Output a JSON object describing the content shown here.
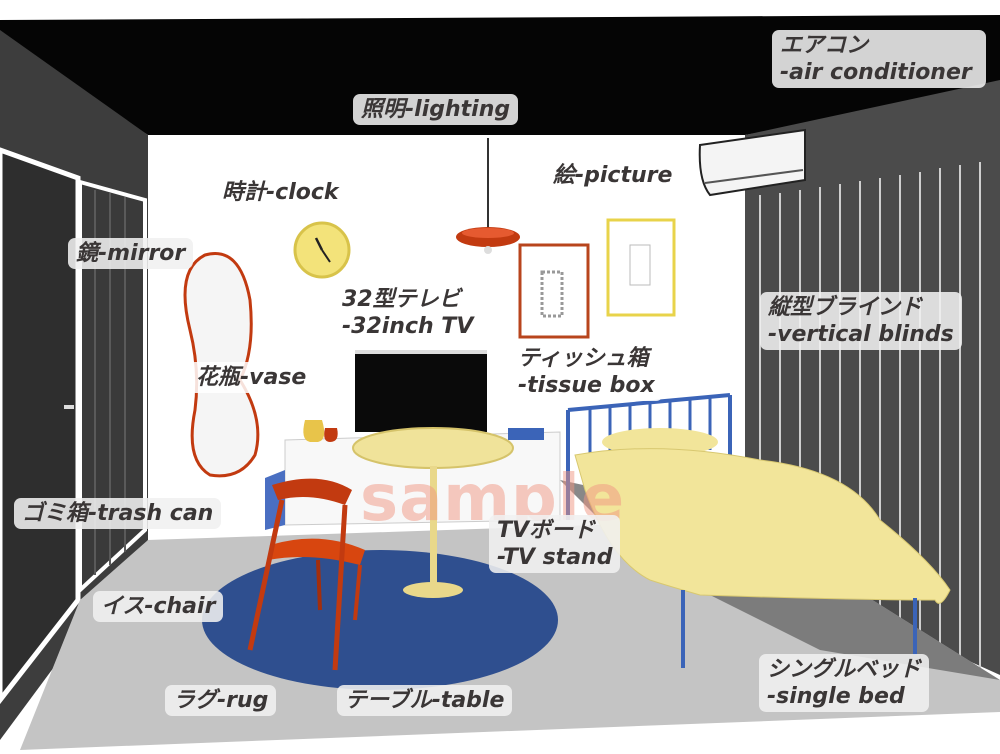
{
  "title": "Single room furniture diagram",
  "watermark": "sample",
  "labels": {
    "air_conditioner": {
      "ja": "エアコン",
      "en": "-air conditioner"
    },
    "lighting": {
      "ja": "照明",
      "en": "-lighting"
    },
    "picture": {
      "ja": "絵",
      "en": "-picture"
    },
    "clock": {
      "ja": "時計",
      "en": "-clock"
    },
    "mirror": {
      "ja": "鏡",
      "en": "-mirror"
    },
    "tv": {
      "ja": "32型テレビ",
      "en": "-32inch TV"
    },
    "tissue_box": {
      "ja": "ティッシュ箱",
      "en": "-tissue box"
    },
    "vertical_blinds": {
      "ja": "縦型ブラインド",
      "en": "-vertical blinds"
    },
    "vase": {
      "ja": "花瓶",
      "en": "-vase"
    },
    "trash_can": {
      "ja": "ゴミ箱",
      "en": "-trash can"
    },
    "tv_stand": {
      "ja": "TVボード",
      "en": "-TV stand"
    },
    "chair": {
      "ja": "イス",
      "en": "-chair"
    },
    "rug": {
      "ja": "ラグ",
      "en": "-rug"
    },
    "table": {
      "ja": "テーブル",
      "en": "-table"
    },
    "single_bed": {
      "ja": "シングルベッド",
      "en": "-single bed"
    }
  },
  "colors": {
    "ceiling": "#050505",
    "left_wall": "#3c3c3c",
    "right_wall": "#4a4a4a",
    "back_wall": "#ffffff",
    "floor": "#c4c4c4",
    "rug": "#2f4f8f",
    "chair": "#c23a10",
    "bedding": "#f2e59a",
    "bed_frame": "#3b64b8",
    "table_top": "#f0e39a",
    "lamp": "#c23a10",
    "clock": "#f3e37a"
  }
}
